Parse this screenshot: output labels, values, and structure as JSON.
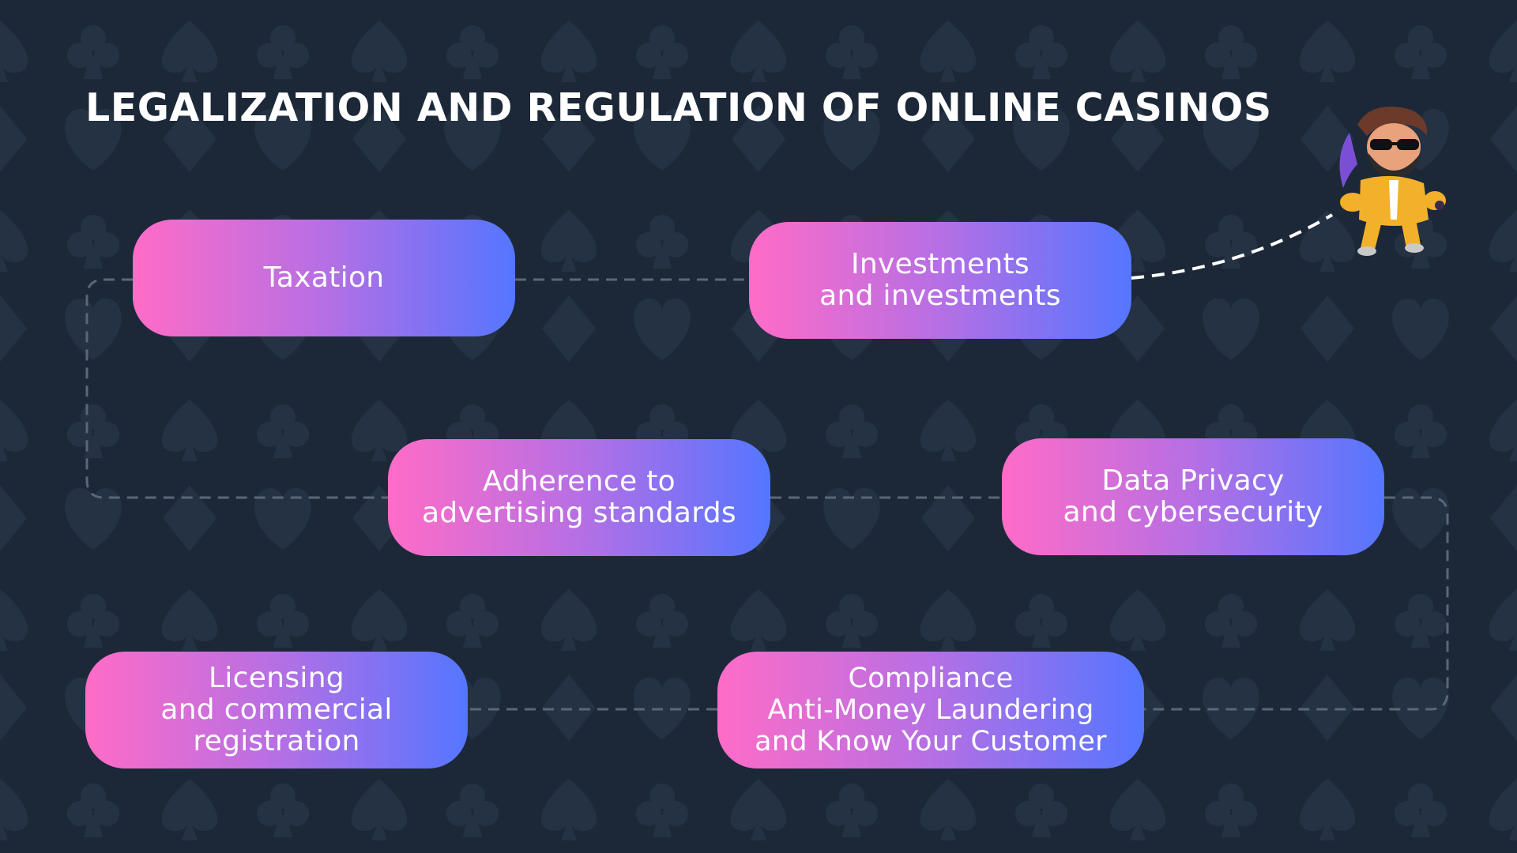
{
  "title": "LEGALIZATION AND REGULATION OF ONLINE CASINOS",
  "colors": {
    "background": "#1c2838",
    "pattern": "#243244",
    "gradient_start": "#ff6cc7",
    "gradient_mid": "#b66fe4",
    "gradient_end": "#5476ff",
    "connector": "#5b6776",
    "text": "#ffffff"
  },
  "nodes": {
    "taxation": {
      "label": "Taxation"
    },
    "investments": {
      "label": "Investments\nand investments"
    },
    "advertising": {
      "label": "Adherence to\nadvertising standards"
    },
    "privacy": {
      "label": "Data Privacy\nand cybersecurity"
    },
    "licensing": {
      "label": "Licensing\nand commercial\nregistration"
    },
    "compliance": {
      "label": "Compliance\nAnti-Money Laundering\nand Know Your Customer"
    }
  },
  "icons": {
    "background": "card-suit-pattern-icon",
    "mascot": "bearded-mascot-icon"
  }
}
